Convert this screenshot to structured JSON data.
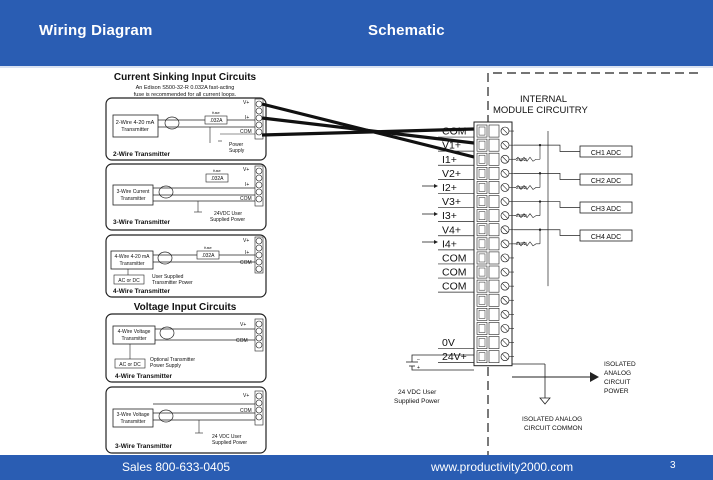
{
  "header": {
    "left_title": "Wiring Diagram",
    "right_title": "Schematic"
  },
  "footer": {
    "sales": "Sales 800-633-0405",
    "website": "www.productivity2000.com",
    "page_number": "3"
  },
  "current_section": {
    "title": "Current Sinking Input Circuits",
    "note_line1": "An Edison S500-32-R 0.032A fast-acting",
    "note_line2": "fuse is recommended for all current loops.",
    "box1": {
      "device": [
        "2-Wire 4-20 mA",
        "Transmitter"
      ],
      "fuse_label": "fuse",
      "fuse_value": ".032A",
      "supply": [
        "Power",
        "Supply"
      ],
      "terms": [
        "V+",
        "I+",
        "COM"
      ],
      "caption": "2-Wire Transmitter"
    },
    "box2": {
      "device": [
        "3-Wire Current",
        "Transmitter"
      ],
      "fuse_label": "fuse",
      "fuse_value": ".032A",
      "supply": [
        "24VDC User",
        "Supplied Power"
      ],
      "terms": [
        "V+",
        "I+",
        "COM"
      ],
      "caption": "3-Wire Transmitter"
    },
    "box3": {
      "device": [
        "4-Wire 4-20 mA",
        "Transmitter"
      ],
      "fuse_label": "fuse",
      "fuse_value": ".032A",
      "acdc": "AC or DC",
      "supply": [
        "User Supplied",
        "Transmitter Power"
      ],
      "terms": [
        "V+",
        "I+",
        "COM"
      ],
      "caption": "4-Wire Transmitter"
    }
  },
  "voltage_section": {
    "title": "Voltage Input Circuits",
    "box4": {
      "device": [
        "4-Wire Voltage",
        "Transmitter"
      ],
      "acdc": "AC or DC",
      "supply": [
        "Optional Transmitter",
        "Power Supply"
      ],
      "terms": [
        "V+",
        "COM"
      ],
      "caption": "4-Wire Transmitter"
    },
    "box5": {
      "device": [
        "3-Wire Voltage",
        "Transmitter"
      ],
      "supply": [
        "24 VDC User",
        "Supplied Power"
      ],
      "terms": [
        "V+",
        "COM"
      ],
      "caption": "3-Wire Transmitter"
    }
  },
  "schematic": {
    "internal_label": [
      "INTERNAL",
      "MODULE CIRCUITRY"
    ],
    "terminal_labels": [
      "COM",
      "V1+",
      "I1+",
      "V2+",
      "I2+",
      "V3+",
      "I3+",
      "V4+",
      "I4+",
      "COM",
      "COM",
      "COM",
      "",
      "",
      "",
      "0V",
      "24V+"
    ],
    "resistor_label": "250Ω",
    "adc_labels": [
      "CH1 ADC",
      "CH2 ADC",
      "CH3 ADC",
      "CH4 ADC"
    ],
    "supply_label": [
      "24 VDC User",
      "Supplied Power"
    ],
    "isolated_power": [
      "ISOLATED",
      "ANALOG",
      "CIRCUIT",
      "POWER"
    ],
    "isolated_common": [
      "ISOLATED ANALOG",
      "CIRCUIT COMMON"
    ]
  },
  "colors": {
    "header_blue": "#2a5db3",
    "ink": "#111111"
  }
}
